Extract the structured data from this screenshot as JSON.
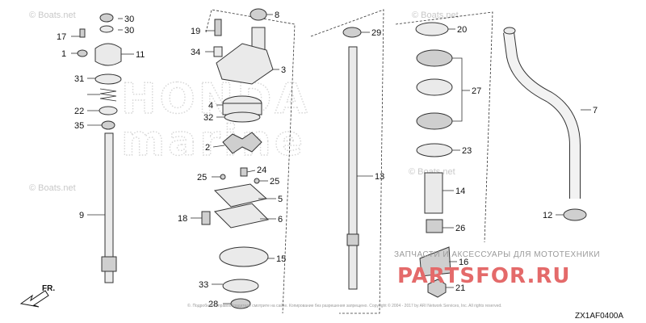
{
  "watermark": {
    "site": "© Boats.net",
    "brand_line1": "HONDA",
    "brand_line2": "marine",
    "shop_caption": "ЗАПЧАСТИ И АКСЕССУАРЫ ДЛЯ МОТОТЕХНИКИ",
    "shop_logo": "PARTSFOR.RU",
    "copyright_note": "©. Подробнее о правообладателе смотрите на сайте. Копирование без разрешения запрещено. Copyright © 2004 - 2017 by ARI Network Services, Inc. All rights reserved."
  },
  "diagram_code": "ZX1AF0400A",
  "direction_label": "FR.",
  "callouts": {
    "n1": "1",
    "n2": "2",
    "n3": "3",
    "n4": "4",
    "n5": "5",
    "n6": "6",
    "n7": "7",
    "n8": "8",
    "n9": "9",
    "n11": "11",
    "n12": "12",
    "n13": "13",
    "n14": "14",
    "n15": "15",
    "n16": "16",
    "n17": "17",
    "n18": "18",
    "n19": "19",
    "n20": "20",
    "n21": "21",
    "n22": "22",
    "n23": "23",
    "n24": "24",
    "n25a": "25",
    "n25b": "25",
    "n26": "26",
    "n27": "27",
    "n28": "28",
    "n29": "29",
    "n30a": "30",
    "n30b": "30",
    "n31": "31",
    "n32": "32",
    "n33": "33",
    "n34": "34",
    "n35": "35"
  },
  "colors": {
    "line": "#333333",
    "watermark": "#c8c8c8",
    "shop_logo": "#e46a6a"
  }
}
